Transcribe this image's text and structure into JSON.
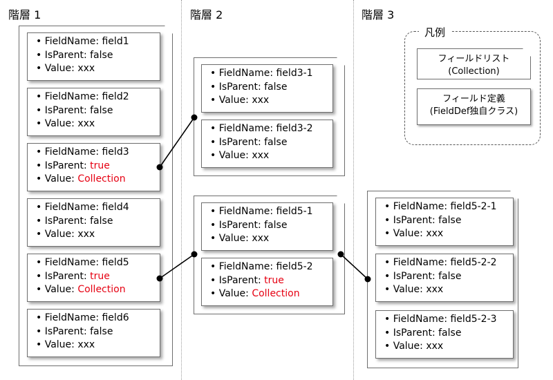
{
  "levels": [
    {
      "title": "階層 1"
    },
    {
      "title": "階層 2"
    },
    {
      "title": "階層 3"
    }
  ],
  "legend": {
    "title": "凡例",
    "collection_label_1": "フィールドリスト",
    "collection_label_2": "(Collection)",
    "fielddef_label_1": "フィールド定義",
    "fielddef_label_2": "(FieldDef独自クラス)"
  },
  "colors": {
    "highlight": "#e60012",
    "border": "#6d6d6d"
  },
  "fields": {
    "field1": {
      "name": "• FieldName: field1",
      "parent_key": "• IsParent: ",
      "parent_val": "false",
      "value_key": "• Value: ",
      "value_val": "xxx"
    },
    "field2": {
      "name": "• FieldName: field2",
      "parent_key": "• IsParent: ",
      "parent_val": "false",
      "value_key": "• Value: ",
      "value_val": "xxx"
    },
    "field3": {
      "name": "• FieldName: field3",
      "parent_key": "• IsParent: ",
      "parent_val": "true",
      "value_key": "• Value: ",
      "value_val": "Collection"
    },
    "field4": {
      "name": "• FieldName: field4",
      "parent_key": "• IsParent: ",
      "parent_val": "false",
      "value_key": "• Value: ",
      "value_val": "xxx"
    },
    "field5": {
      "name": "• FieldName: field5",
      "parent_key": "• IsParent: ",
      "parent_val": "true",
      "value_key": "• Value: ",
      "value_val": "Collection"
    },
    "field6": {
      "name": "• FieldName: field6",
      "parent_key": "• IsParent: ",
      "parent_val": "false",
      "value_key": "• Value: ",
      "value_val": "xxx"
    },
    "field3_1": {
      "name": "• FieldName: field3-1",
      "parent_key": "• IsParent: ",
      "parent_val": "false",
      "value_key": "• Value: ",
      "value_val": "xxx"
    },
    "field3_2": {
      "name": "• FieldName: field3-2",
      "parent_key": "• IsParent: ",
      "parent_val": "false",
      "value_key": "• Value: ",
      "value_val": "xxx"
    },
    "field5_1": {
      "name": "• FieldName: field5-1",
      "parent_key": "• IsParent: ",
      "parent_val": "false",
      "value_key": "• Value: ",
      "value_val": "xxx"
    },
    "field5_2": {
      "name": "• FieldName: field5-2",
      "parent_key": "• IsParent: ",
      "parent_val": "true",
      "value_key": "• Value: ",
      "value_val": "Collection"
    },
    "field5_2_1": {
      "name": "• FieldName: field5-2-1",
      "parent_key": "• IsParent: ",
      "parent_val": "false",
      "value_key": "• Value: ",
      "value_val": "xxx"
    },
    "field5_2_2": {
      "name": "• FieldName: field5-2-2",
      "parent_key": "• IsParent: ",
      "parent_val": "false",
      "value_key": "• Value: ",
      "value_val": "xxx"
    },
    "field5_2_3": {
      "name": "• FieldName: field5-2-3",
      "parent_key": "• IsParent: ",
      "parent_val": "false",
      "value_key": "• Value: ",
      "value_val": "xxx"
    }
  }
}
